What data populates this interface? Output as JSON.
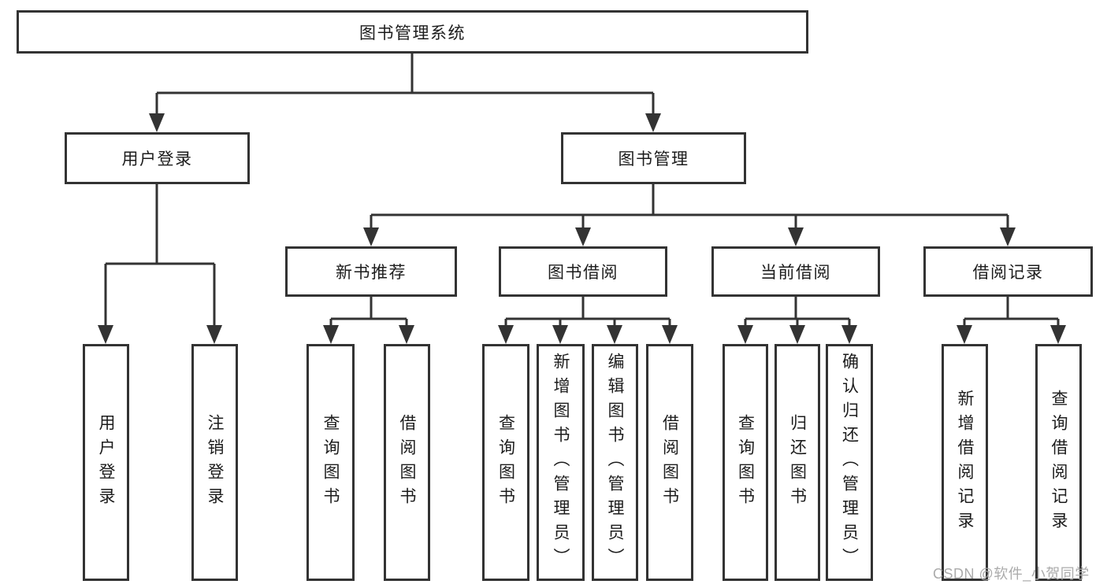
{
  "title": {
    "label": "图书管理系统"
  },
  "branches": {
    "user_login": {
      "label": "用户登录",
      "children": [
        {
          "label": "用户登录"
        },
        {
          "label": "注销登录"
        }
      ]
    },
    "book_management": {
      "label": "图书管理",
      "sections": [
        {
          "label": "新书推荐",
          "children": [
            {
              "label": "查询图书"
            },
            {
              "label": "借阅图书"
            }
          ]
        },
        {
          "label": "图书借阅",
          "children": [
            {
              "label": "查询图书"
            },
            {
              "label": "新增图书（管理员）"
            },
            {
              "label": "编辑图书（管理员）"
            },
            {
              "label": "借阅图书"
            }
          ]
        },
        {
          "label": "当前借阅",
          "children": [
            {
              "label": "查询图书"
            },
            {
              "label": "归还图书"
            },
            {
              "label": "确认归还（管理员）"
            }
          ]
        },
        {
          "label": "借阅记录",
          "children": [
            {
              "label": "新增借阅记录"
            },
            {
              "label": "查询借阅记录"
            }
          ]
        }
      ]
    }
  },
  "watermark": {
    "text": "CSDN @软件_小贺同学"
  },
  "colors": {
    "line": "#333333",
    "text": "#1c1c1c",
    "watermark": "#ababab",
    "background": "#ffffff"
  }
}
